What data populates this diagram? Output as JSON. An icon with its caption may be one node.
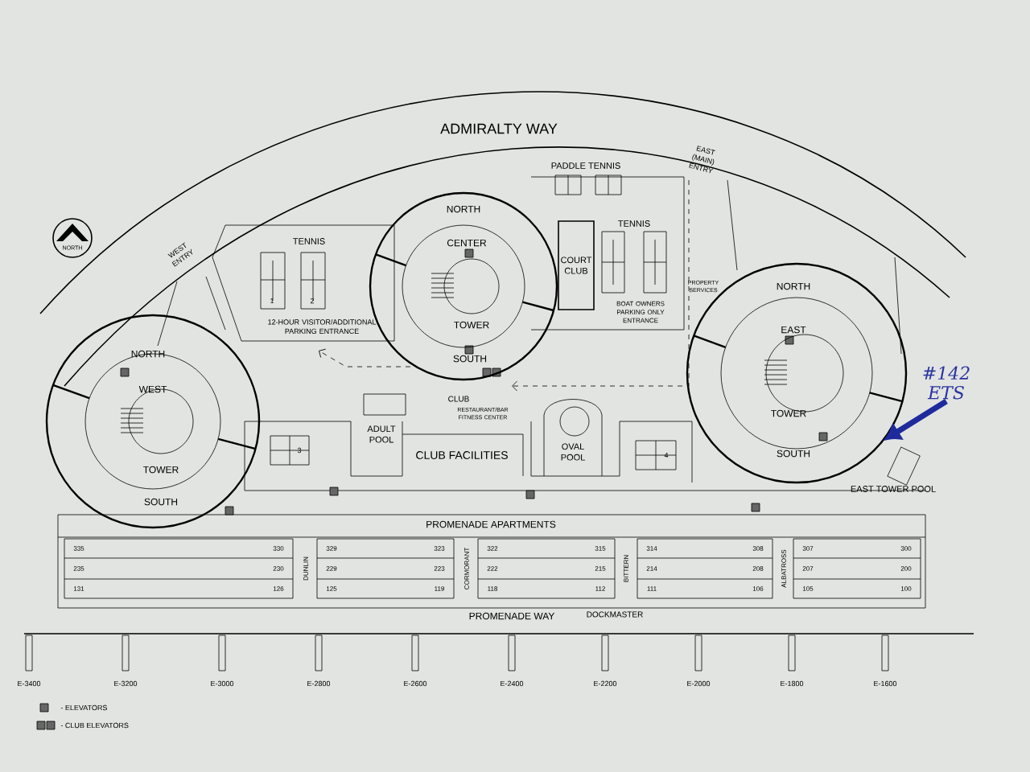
{
  "diagram": {
    "nodes": [
      {
        "text": [
          "NORTH",
          "WEST",
          "TOWER",
          "SOUTH"
        ]
      },
      {
        "text": [
          "NORTH",
          "CENTER",
          "TOWER",
          "SOUTH"
        ]
      },
      {
        "text": [
          "NORTH",
          "EAST",
          "TOWER",
          "SOUTH"
        ]
      },
      {
        "text": [
          "COURT CLUB"
        ]
      },
      {
        "text": [
          "#142 ETS"
        ]
      }
    ],
    "edges": [
      {
        "from": 4,
        "to": 2,
        "arrow": "to",
        "color": "#1f2a9c"
      }
    ],
    "labels": [
      "ADMIRALTY WAY",
      "PADDLE TENNIS",
      "EAST (MAIN) ENTRY",
      "NORTH",
      "WEST ENTRY",
      "TENNIS",
      "1",
      "2",
      "12-HOUR VISITOR/ADDITIONAL PARKING ENTRANCE",
      "TENNIS",
      "BOAT OWNERS PARKING ONLY ENTRANCE",
      "PROPERTY SERVICES",
      "CLUB",
      "RESTAURANT/BAR FITNESS CENTER",
      "ADULT POOL",
      "CLUB FACILITIES",
      "3",
      "OVAL POOL",
      "4",
      "EAST TOWER POOL",
      "PROMENADE APARTMENTS",
      "335",
      "330",
      "DUNLIN",
      "329",
      "323",
      "CORMORANT",
      "322",
      "315",
      "BITTERN",
      "314",
      "308",
      "ALBATROSS",
      "307",
      "300",
      "235",
      "230",
      "229",
      "223",
      "222",
      "215",
      "214",
      "208",
      "207",
      "200",
      "131",
      "126",
      "125",
      "119",
      "118",
      "112",
      "111",
      "106",
      "105",
      "100",
      "PROMENADE WAY",
      "DOCKMASTER",
      "E-3400",
      "E-3200",
      "E-3000",
      "E-2800",
      "E-2600",
      "E-2400",
      "E-2200",
      "E-2000",
      "E-1800",
      "E-1600"
    ],
    "legend": [
      {
        "text": "- ELEVATORS"
      },
      {
        "text": "- CLUB ELEVATORS"
      }
    ]
  }
}
